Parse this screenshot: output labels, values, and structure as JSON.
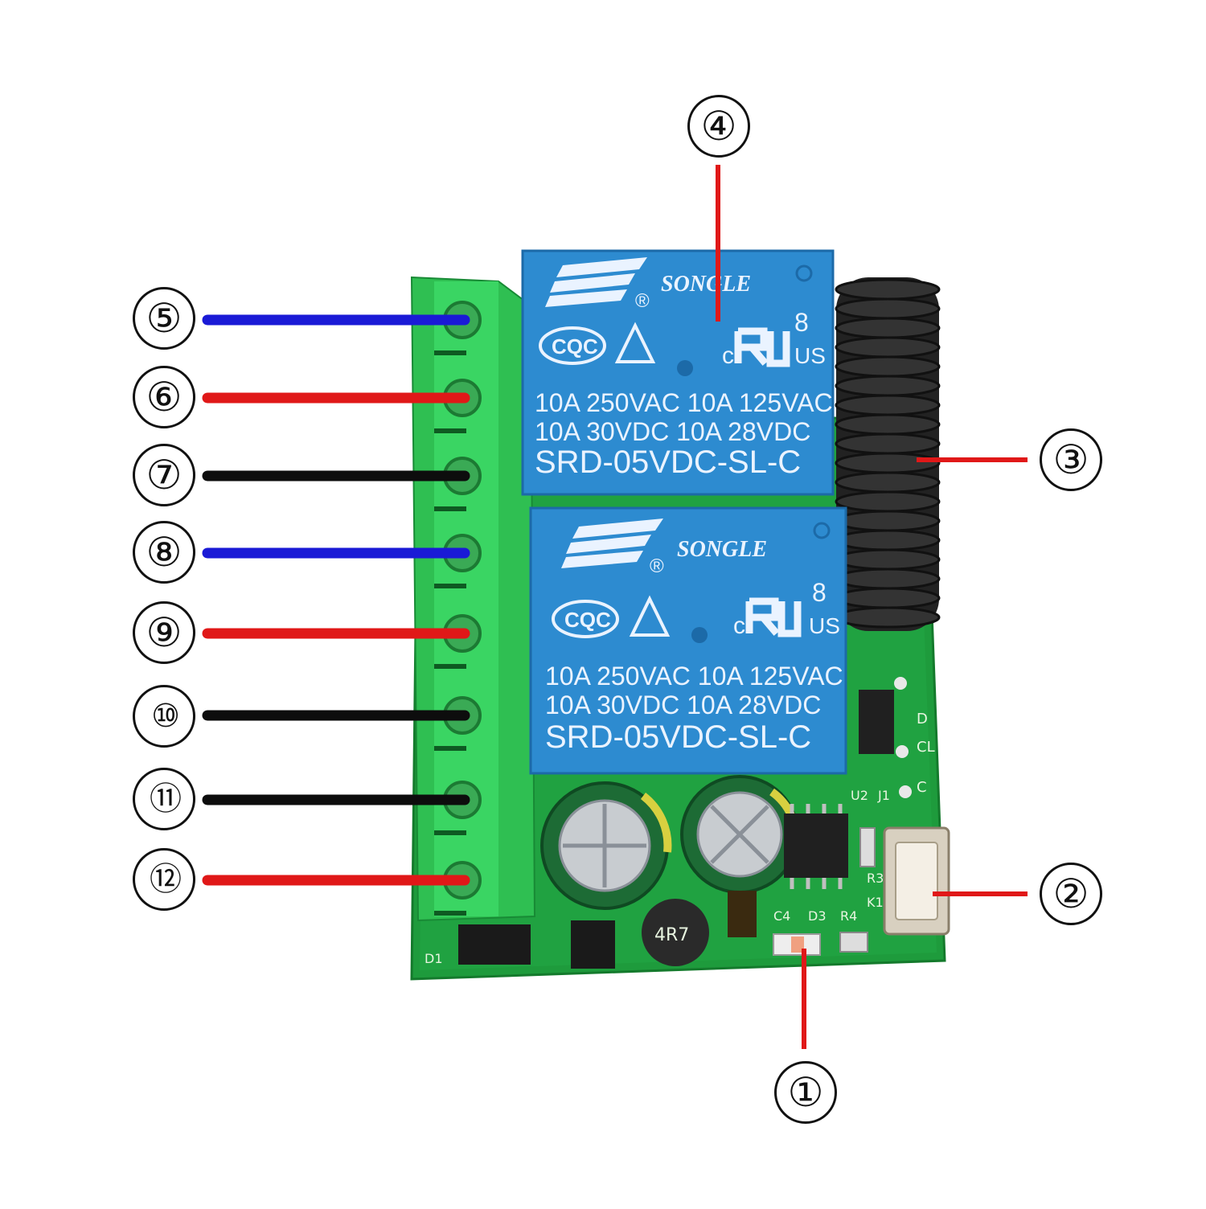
{
  "colors": {
    "pcb": "#1e9b3c",
    "terminal": "#32c856",
    "relay": "#2d8bd0",
    "antenna": "#2b2b2b",
    "wire_blue": "#1a1ad6",
    "wire_red": "#e01818",
    "wire_black": "#0d0d0d",
    "callout_line": "#e01818"
  },
  "relays": [
    {
      "brand": "SONGLE",
      "registered": "®",
      "cert_cqc": "CQC",
      "ul_mark": "c𝐑𝐔 us",
      "ul_c": "c",
      "ul_us": "US",
      "ul_num": "8",
      "rating_line1": "10A 250VAC  10A 125VAC",
      "rating_line2": "10A  30VDC  10A  28VDC",
      "model": "SRD-05VDC-SL-C"
    },
    {
      "brand": "SONGLE",
      "registered": "®",
      "cert_cqc": "CQC",
      "ul_mark": "c𝐑𝐔 us",
      "ul_c": "c",
      "ul_us": "US",
      "ul_num": "8",
      "rating_line1": "10A 250VAC  10A 125VAC",
      "rating_line2": "10A  30VDC  10A  28VDC",
      "model": "SRD-05VDC-SL-C"
    }
  ],
  "silkscreen": {
    "d": "D",
    "cl": "CL",
    "c": "C",
    "u2": "U2",
    "j1": "J1",
    "c4": "C4",
    "d3": "D3",
    "r4": "R4",
    "k1": "K1",
    "r3": "R3",
    "d1": "D1",
    "inductor": "4R7"
  },
  "callouts": [
    {
      "label": "①",
      "wire": "none"
    },
    {
      "label": "②",
      "wire": "none"
    },
    {
      "label": "③",
      "wire": "none"
    },
    {
      "label": "④",
      "wire": "none"
    },
    {
      "label": "⑤",
      "wire": "blue"
    },
    {
      "label": "⑥",
      "wire": "red"
    },
    {
      "label": "⑦",
      "wire": "black"
    },
    {
      "label": "⑧",
      "wire": "blue"
    },
    {
      "label": "⑨",
      "wire": "red"
    },
    {
      "label": "⑩",
      "wire": "black"
    },
    {
      "label": "⑪",
      "wire": "black"
    },
    {
      "label": "⑫",
      "wire": "red"
    }
  ]
}
